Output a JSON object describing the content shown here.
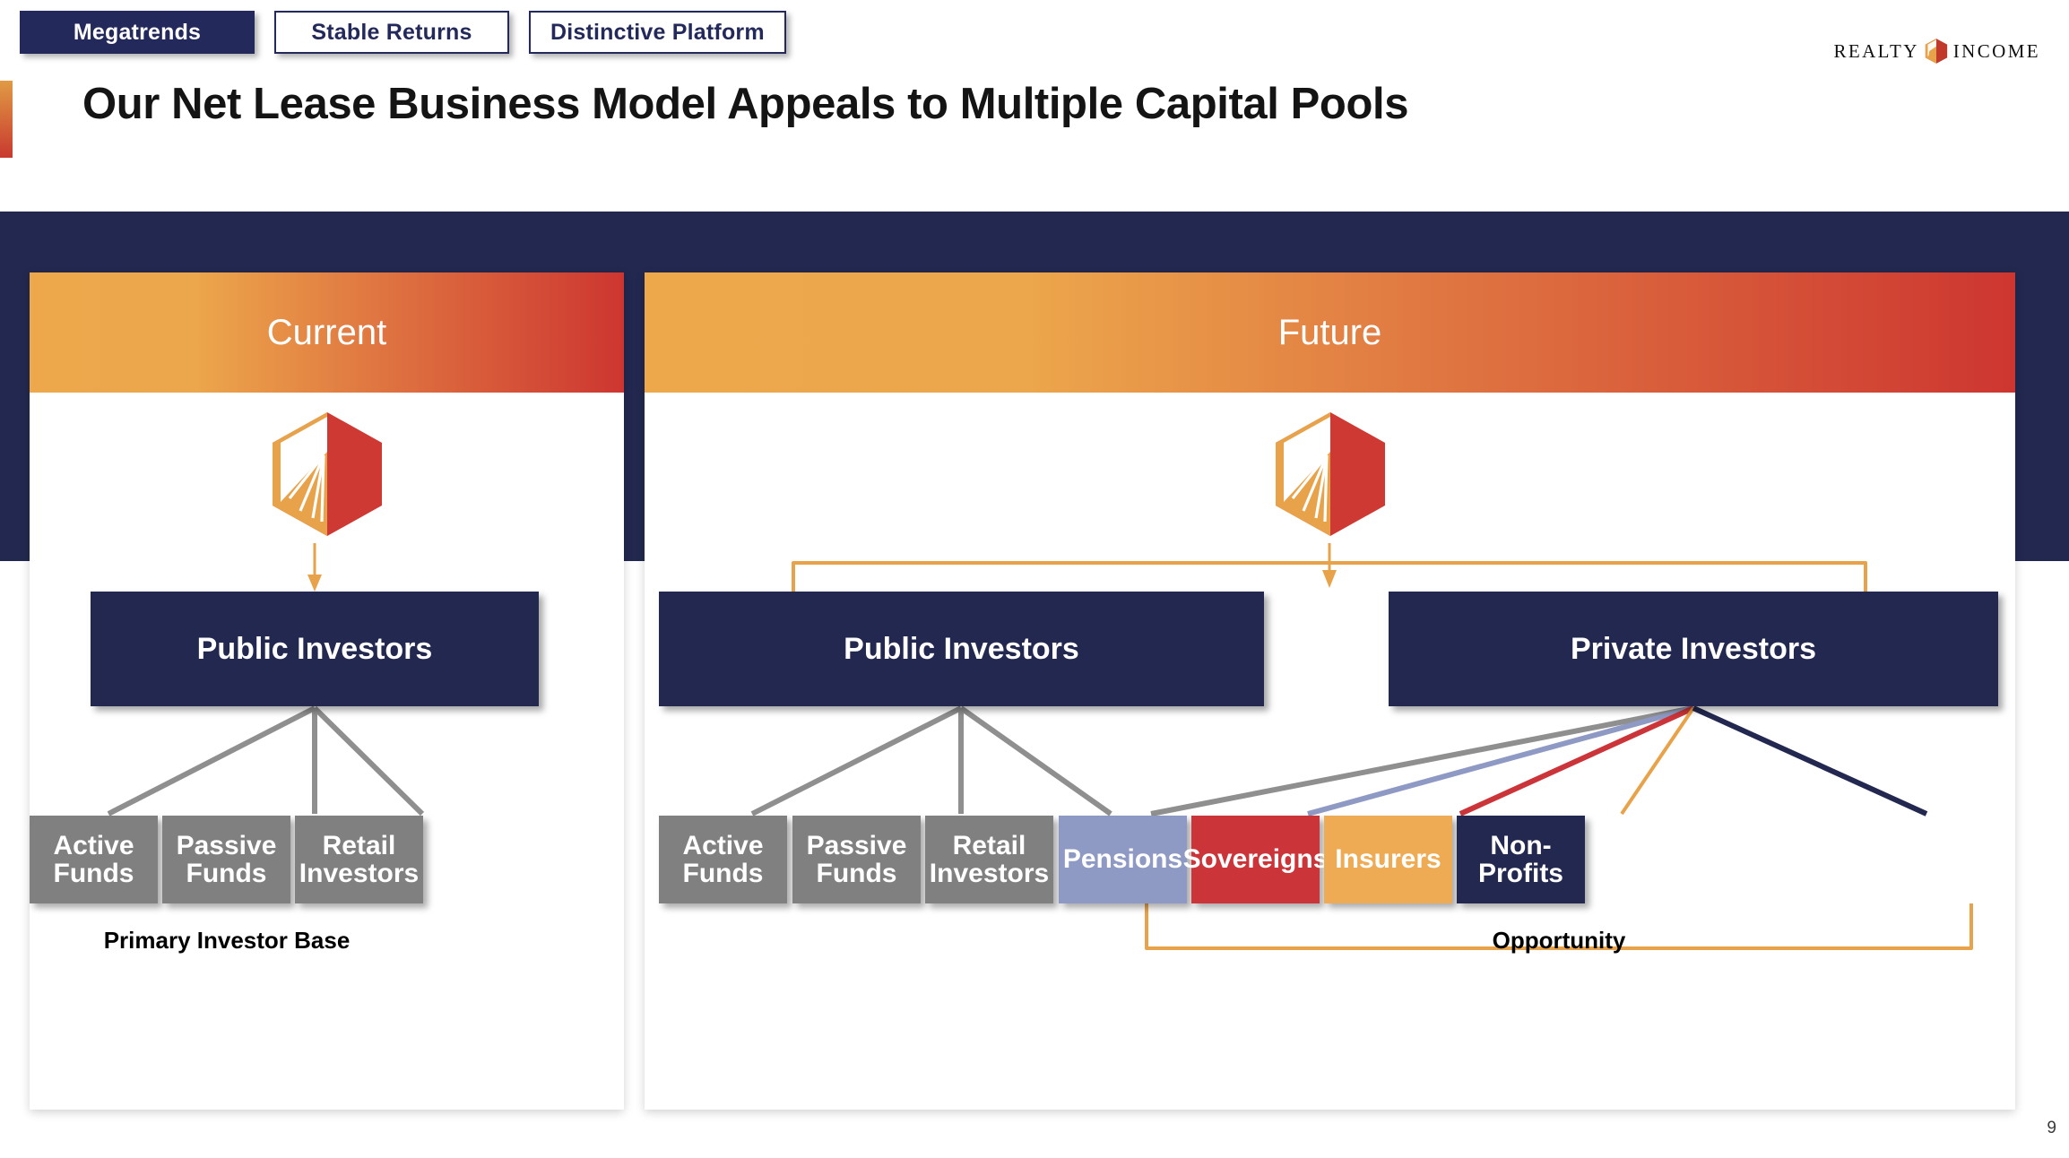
{
  "tabs": [
    {
      "label": "Megatrends",
      "state": "active"
    },
    {
      "label": "Stable Returns",
      "state": "idle"
    },
    {
      "label": "Distinctive Platform",
      "state": "idle"
    }
  ],
  "page_title": "Our Net Lease Business Model Appeals to Multiple Capital Pools",
  "brand": {
    "left_word": "REALTY",
    "right_word": "INCOME"
  },
  "page_number": "9",
  "colors": {
    "navy": "#22284f",
    "gray": "#808080",
    "red": "#cb3438",
    "orange": "#eeab53",
    "periwinkle": "#8e9ac4",
    "accent_orange": "#e8a34a"
  },
  "panels": [
    {
      "id": "current",
      "header": "Current",
      "logo_alt": "realty-income-hexagon-logo",
      "parent_boxes": [
        {
          "label": "Public Investors"
        }
      ],
      "leaf_boxes": [
        {
          "label": "Active Funds",
          "color": "#808080"
        },
        {
          "label": "Passive Funds",
          "color": "#808080"
        },
        {
          "label": "Retail Investors",
          "color": "#808080"
        }
      ],
      "caption": "Primary Investor Base"
    },
    {
      "id": "future",
      "header": "Future",
      "logo_alt": "realty-income-hexagon-logo",
      "parent_boxes": [
        {
          "label": "Public Investors"
        },
        {
          "label": "Private Investors"
        }
      ],
      "leaf_boxes": [
        {
          "label": "Active Funds",
          "color": "#808080"
        },
        {
          "label": "Passive Funds",
          "color": "#808080"
        },
        {
          "label": "Retail Investors",
          "color": "#808080"
        },
        {
          "label": "Pensions",
          "color": "#8e9ac4"
        },
        {
          "label": "Sovereigns",
          "color": "#cb3438"
        },
        {
          "label": "Insurers",
          "color": "#eeab53"
        },
        {
          "label": "Non-Profits",
          "color": "#22284f"
        }
      ],
      "caption": "Opportunity"
    }
  ]
}
